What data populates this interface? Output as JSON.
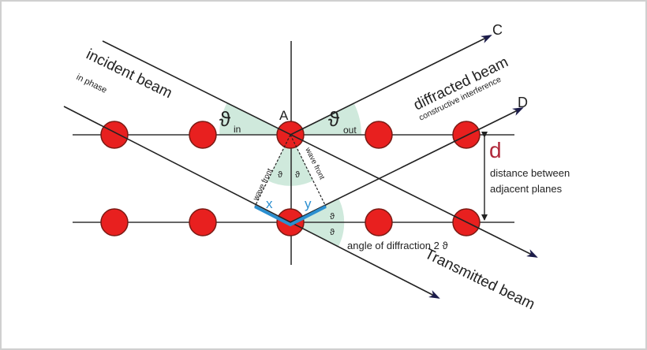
{
  "labels": {
    "incident_beam": "incident beam",
    "in_phase": "in phase",
    "theta_in": "ϑ",
    "theta_in_sub": "in",
    "point_a": "A",
    "theta_out": "ϑ",
    "theta_out_sub": "out",
    "point_c": "C",
    "point_d": "D",
    "diffracted_beam": "diffracted beam",
    "constructive_interference": "constructive interference",
    "d": "d",
    "distance_line1": "distance between",
    "distance_line2": "adjacent planes",
    "wave_front_left": "wave front",
    "wave_front_right": "wave front",
    "theta_left": "ϑ",
    "theta_right": "ϑ",
    "x": "x",
    "y": "y",
    "theta_upper": "ϑ",
    "theta_lower": "ϑ",
    "angle_of_diffraction": "angle of diffraction  2 ϑ",
    "transmitted_beam": "Transmitted beam"
  },
  "colors": {
    "atom": "#e8201f",
    "wedge": "#cfe9dc",
    "path": "#2b8fd0",
    "arrow": "#1c1c4a",
    "d": "#b0283a"
  }
}
